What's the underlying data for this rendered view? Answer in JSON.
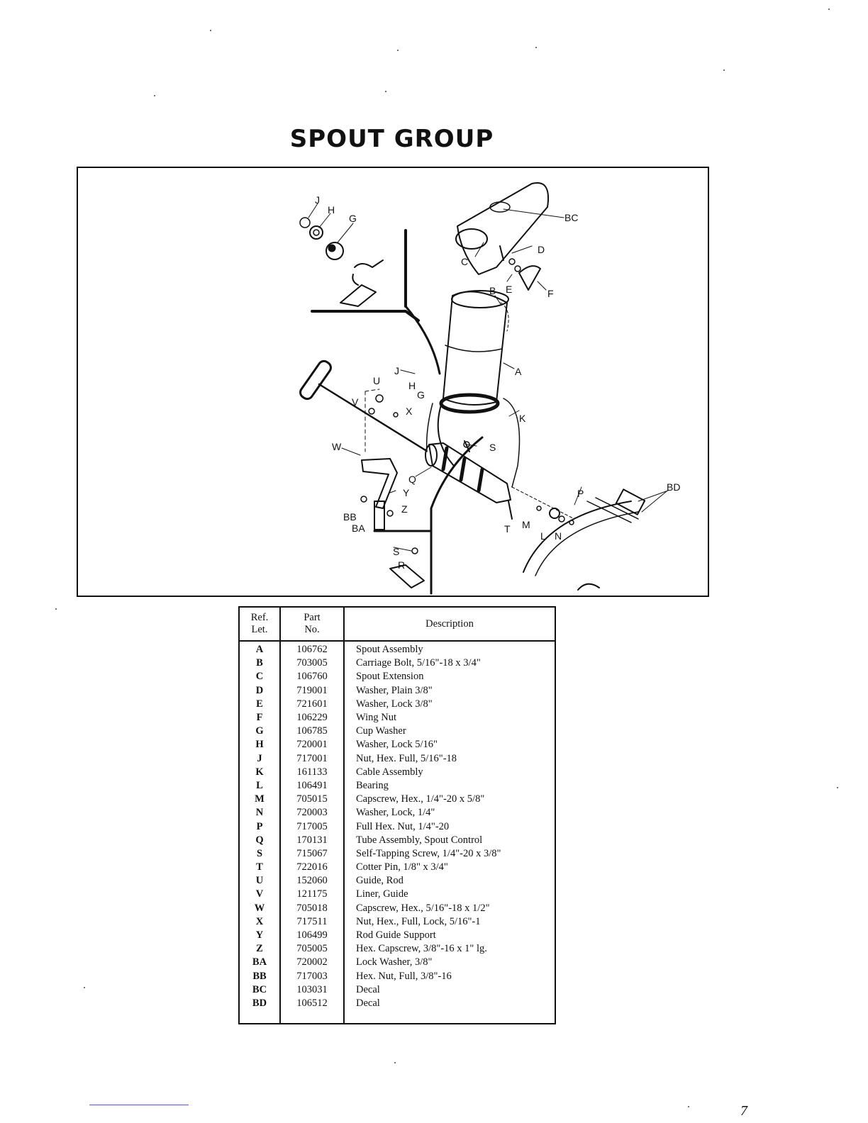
{
  "title": "SPOUT GROUP",
  "diagram": {
    "callouts": {
      "J_top": "J",
      "H_top": "H",
      "G_top": "G",
      "BC": "BC",
      "C": "C",
      "D": "D",
      "B": "B",
      "E": "E",
      "F": "F",
      "A": "A",
      "J_mid": "J",
      "U": "U",
      "H_mid": "H",
      "G_mid": "G",
      "V": "V",
      "X": "X",
      "K": "K",
      "W": "W",
      "S_mid": "S",
      "Q": "Q",
      "Y": "Y",
      "Z": "Z",
      "BB": "BB",
      "BA": "BA",
      "P": "P",
      "BD": "BD",
      "T": "T",
      "M": "M",
      "L": "L",
      "N": "N",
      "S_bot": "S",
      "R": "R"
    }
  },
  "table": {
    "headers": {
      "ref_line1": "Ref.",
      "ref_line2": "Let.",
      "part_line1": "Part",
      "part_line2": "No.",
      "description": "Description"
    },
    "rows": [
      {
        "ref": "A",
        "part": "106762",
        "desc": "Spout Assembly"
      },
      {
        "ref": "B",
        "part": "703005",
        "desc": "Carriage Bolt, 5/16\"-18 x 3/4\""
      },
      {
        "ref": "C",
        "part": "106760",
        "desc": "Spout Extension"
      },
      {
        "ref": "D",
        "part": "719001",
        "desc": "Washer, Plain 3/8\""
      },
      {
        "ref": "E",
        "part": "721601",
        "desc": "Washer, Lock 3/8\""
      },
      {
        "ref": "F",
        "part": "106229",
        "desc": "Wing Nut"
      },
      {
        "ref": "G",
        "part": "106785",
        "desc": "Cup Washer"
      },
      {
        "ref": "H",
        "part": "720001",
        "desc": "Washer, Lock 5/16\""
      },
      {
        "ref": "J",
        "part": "717001",
        "desc": "Nut, Hex. Full, 5/16\"-18"
      },
      {
        "ref": "K",
        "part": "161133",
        "desc": "Cable Assembly"
      },
      {
        "ref": "L",
        "part": "106491",
        "desc": "Bearing"
      },
      {
        "ref": "M",
        "part": "705015",
        "desc": "Capscrew, Hex., 1/4\"-20 x 5/8\""
      },
      {
        "ref": "N",
        "part": "720003",
        "desc": "Washer, Lock, 1/4\""
      },
      {
        "ref": "P",
        "part": "717005",
        "desc": "Full Hex. Nut, 1/4\"-20"
      },
      {
        "ref": "Q",
        "part": "170131",
        "desc": "Tube Assembly, Spout Control"
      },
      {
        "ref": "S",
        "part": "715067",
        "desc": "Self-Tapping Screw, 1/4\"-20 x 3/8\""
      },
      {
        "ref": "T",
        "part": "722016",
        "desc": "Cotter Pin, 1/8\" x 3/4\""
      },
      {
        "ref": "U",
        "part": "152060",
        "desc": "Guide, Rod"
      },
      {
        "ref": "V",
        "part": "121175",
        "desc": "Liner, Guide"
      },
      {
        "ref": "W",
        "part": "705018",
        "desc": "Capscrew, Hex., 5/16\"-18 x 1/2\""
      },
      {
        "ref": "X",
        "part": "717511",
        "desc": "Nut, Hex., Full, Lock, 5/16\"-1"
      },
      {
        "ref": "Y",
        "part": "106499",
        "desc": "Rod Guide Support"
      },
      {
        "ref": "Z",
        "part": "705005",
        "desc": "Hex. Capscrew, 3/8\"-16 x 1\" lg."
      },
      {
        "ref": "BA",
        "part": "720002",
        "desc": "Lock Washer, 3/8\""
      },
      {
        "ref": "BB",
        "part": "717003",
        "desc": "Hex. Nut, Full, 3/8\"-16"
      },
      {
        "ref": "BC",
        "part": "103031",
        "desc": "Decal"
      },
      {
        "ref": "BD",
        "part": "106512",
        "desc": "Decal"
      }
    ]
  },
  "page_number": "7"
}
